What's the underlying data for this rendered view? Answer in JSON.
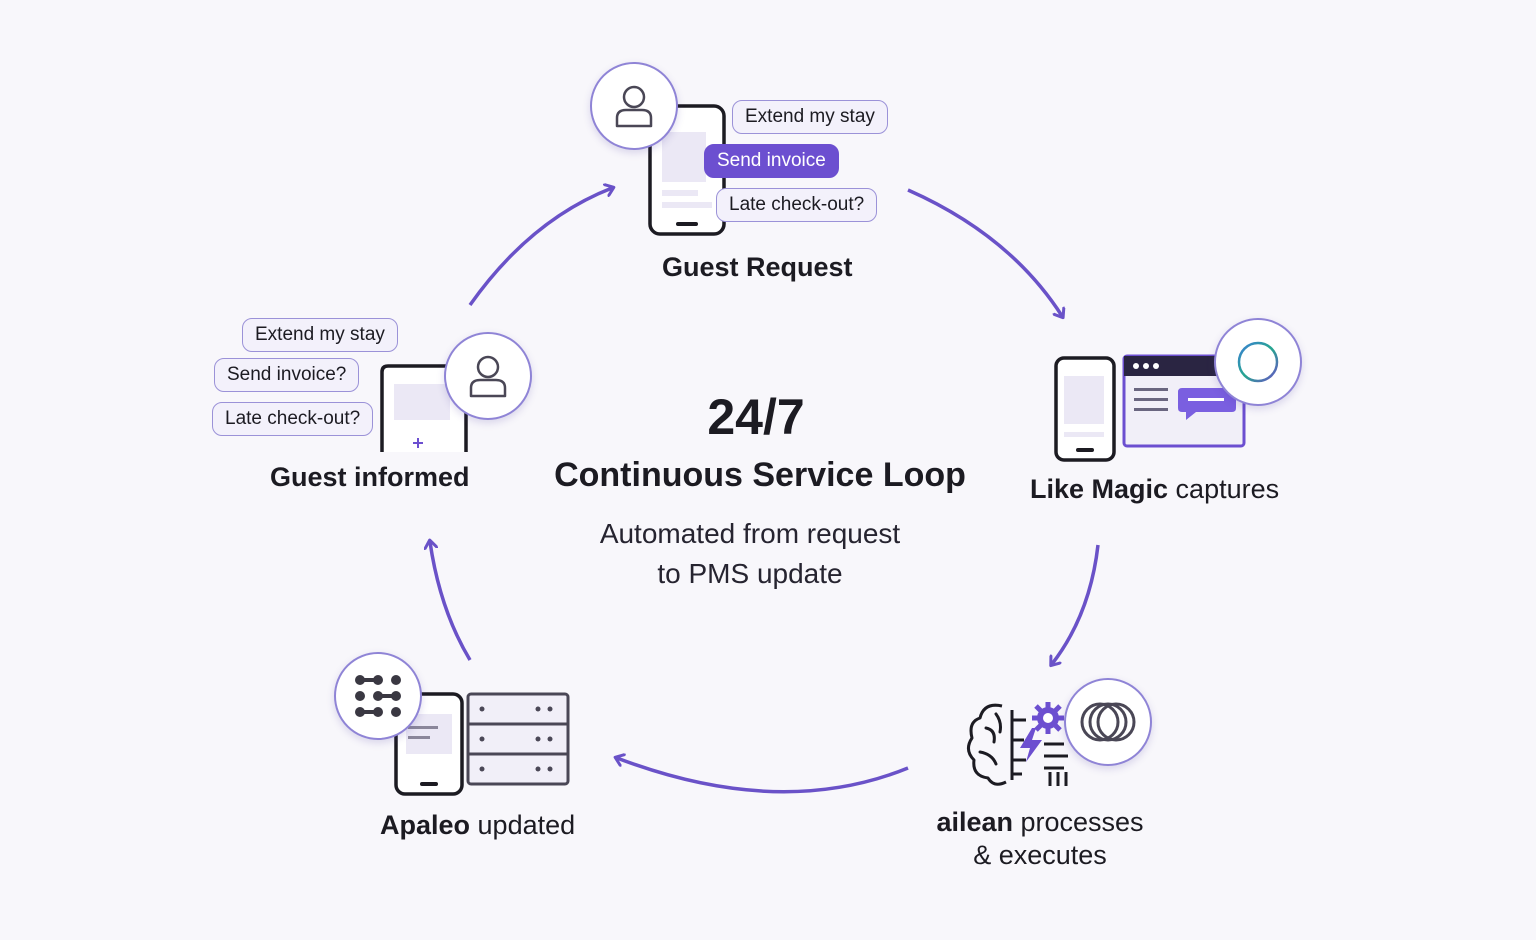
{
  "center": {
    "headline": "24/7",
    "title": "Continuous Service Loop",
    "subtitle_line1": "Automated from request",
    "subtitle_line2": "to PMS update"
  },
  "stages": {
    "guest_request": {
      "label": "Guest Request",
      "bubbles": [
        "Extend my stay",
        "Send invoice",
        "Late check-out?"
      ]
    },
    "like_magic": {
      "label_bold": "Like Magic",
      "label_rest": " captures"
    },
    "ailean": {
      "label_bold": "ailean",
      "label_rest": " processes",
      "label_line2": "& executes"
    },
    "apaleo": {
      "label_bold": "Apaleo",
      "label_rest": " updated"
    },
    "guest_informed": {
      "label": "Guest informed",
      "bubbles": [
        "Extend my stay",
        "Send invoice?",
        "Late check-out?"
      ]
    }
  },
  "colors": {
    "accent": "#6c4fd0",
    "arrow": "#6a52c8",
    "badge_border": "#8f84d6",
    "background": "#f8f7fb"
  },
  "icons": [
    "user-icon",
    "phone-icon",
    "browser-window-icon",
    "chat-icon",
    "ring-icon",
    "brain-icon",
    "gear-icon",
    "lightning-icon",
    "overlapping-rings-icon",
    "server-icon",
    "dot-grid-icon"
  ]
}
